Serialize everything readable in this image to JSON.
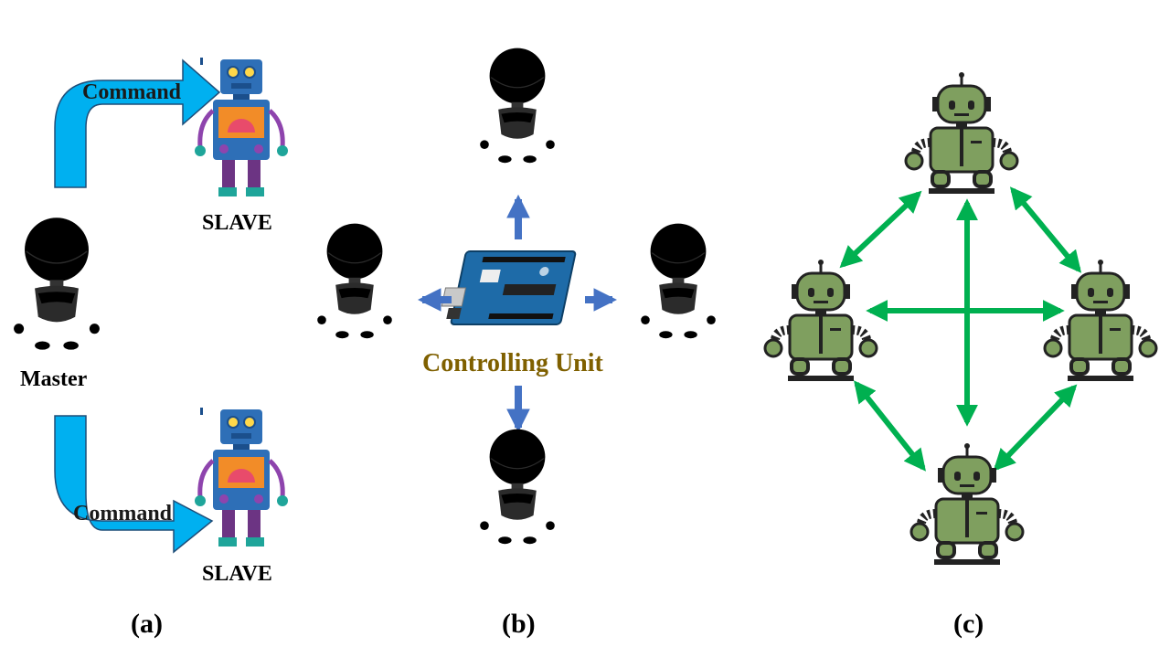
{
  "panels": [
    {
      "id": "a",
      "label": "(a)",
      "master_label": "Master",
      "slave_label": "SLAVE",
      "command_label": "Command"
    },
    {
      "id": "b",
      "label": "(b)",
      "center_label": "Controlling Unit"
    },
    {
      "id": "c",
      "label": "(c)"
    }
  ],
  "colors": {
    "command_arrow": "#00B0F0",
    "command_arrow_stroke": "#1F4E79",
    "control_arrow": "#4472C4",
    "peer_arrow": "#00B050",
    "controlling_unit_text": "#7F6000",
    "master_robot": "#9DC3E6",
    "follower_robot": "#F2E24A",
    "slave_robot": "#2E6FB7",
    "swarm_robot": "#7F9F5F"
  },
  "icons": {
    "master": "humanoid-robot-icon",
    "slave": "toy-robot-icon",
    "follower": "humanoid-robot-icon",
    "controller": "arduino-board-icon",
    "peer": "tracked-robot-icon"
  }
}
